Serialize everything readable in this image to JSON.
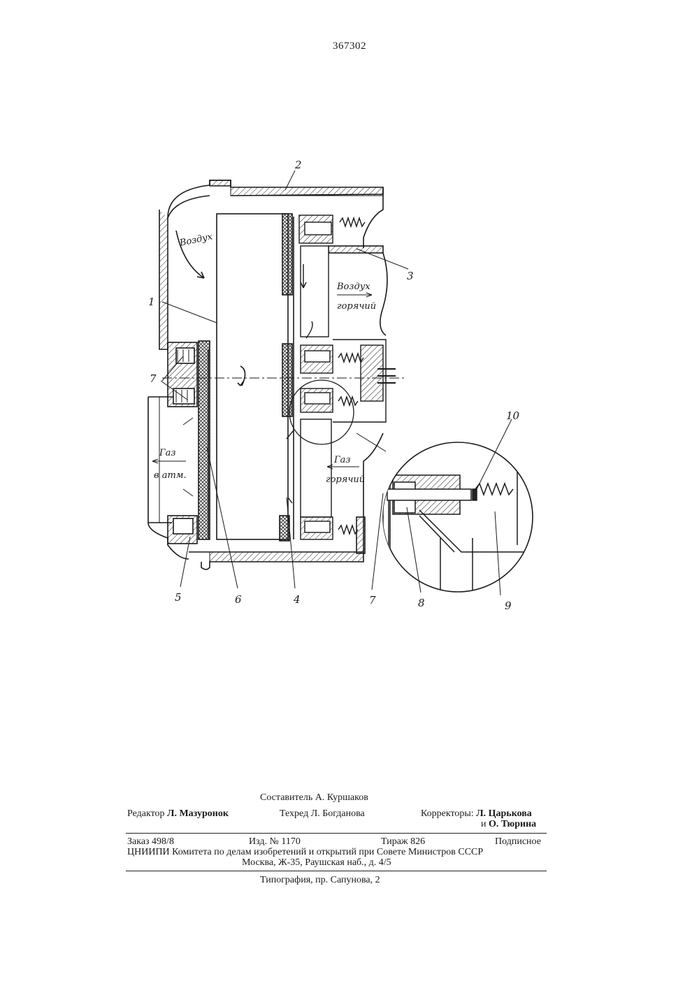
{
  "patent_number": "367302",
  "drawing": {
    "callouts": [
      "1",
      "2",
      "3",
      "4",
      "5",
      "6",
      "7",
      "7",
      "8",
      "9",
      "10"
    ],
    "flow_labels": {
      "air_in": "Воздух",
      "hot_air_1": "Воздух",
      "hot_air_2": "горячий",
      "gas_atm_1": "Газ",
      "gas_atm_2": "в атм.",
      "hot_gas_1": "Газ",
      "hot_gas_2": "горячий"
    }
  },
  "credits": {
    "compiler": "Составитель А. Куршаков",
    "editor_label": "Редактор",
    "editor_name": "Л. Мазуронок",
    "tech_label": "Техред",
    "tech_name": "Л. Богданова",
    "correctors_label": "Корректоры:",
    "corrector_1": "Л. Царькова",
    "corrector_2_prefix": "и",
    "corrector_2": "О. Тюрина"
  },
  "publication": {
    "order": "Заказ 498/8",
    "edition": "Изд. № 1170",
    "circulation": "Тираж 826",
    "subscription": "Подписное",
    "institute": "ЦНИИПИ Комитета по делам изобретений и открытий при Совете Министров СССР",
    "address": "Москва, Ж-35, Раушская наб., д. 4/5",
    "printer": "Типография, пр. Сапунова, 2"
  }
}
